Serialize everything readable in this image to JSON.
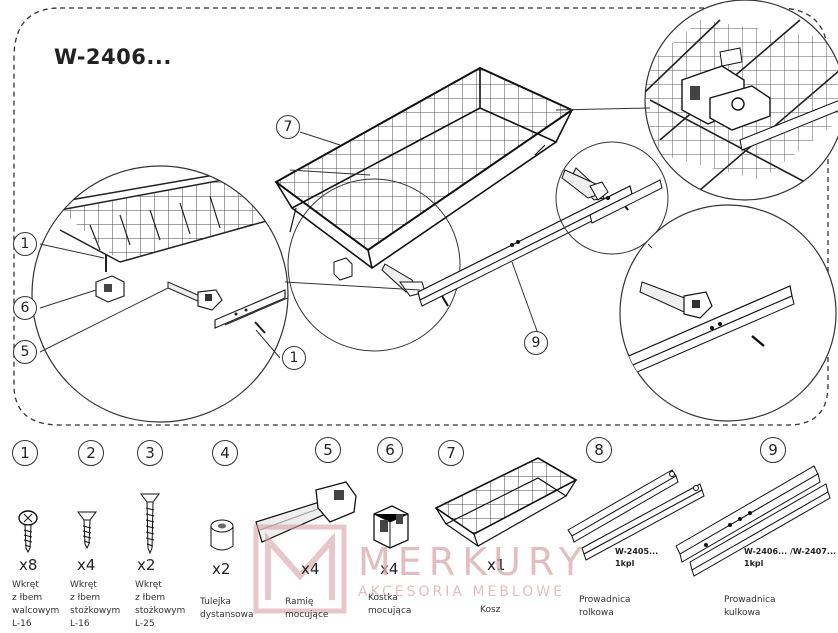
{
  "title": "W-2406...",
  "callouts": {
    "c7": "7",
    "c1a": "1",
    "c6": "6",
    "c5": "5",
    "c1b": "1",
    "c9": "9"
  },
  "parts": [
    {
      "num": "1",
      "qty": "x8",
      "caption": "Wkręt\nz łbem\nwalcowym\nL-16"
    },
    {
      "num": "2",
      "qty": "x4",
      "caption": "Wkręt\nz łbem\nstożkowym\nL-16"
    },
    {
      "num": "3",
      "qty": "x2",
      "caption": "Wkręt\nz łbem\nstożkowym\nL-25"
    },
    {
      "num": "4",
      "qty": "x2",
      "caption": "Tulejka\ndystansowa"
    },
    {
      "num": "5",
      "qty": "x4",
      "caption": "Ramię\nmocujące"
    },
    {
      "num": "6",
      "qty": "x4",
      "caption": "Kostka\nmocująca"
    },
    {
      "num": "7",
      "qty": "x1",
      "caption": "Kosz"
    },
    {
      "num": "8",
      "qty": "",
      "caption": "Prowadnica\nrolkowa",
      "slide_label": "W-2405...\n1kpl"
    },
    {
      "num": "9",
      "qty": "",
      "caption": "Prowadnica\nkulkowa",
      "slide_label": "W-2406... /W-2407...\n1kpl"
    }
  ],
  "watermark": {
    "name": "MERKURY",
    "sub": "AKCESORIA MEBLOWE"
  }
}
